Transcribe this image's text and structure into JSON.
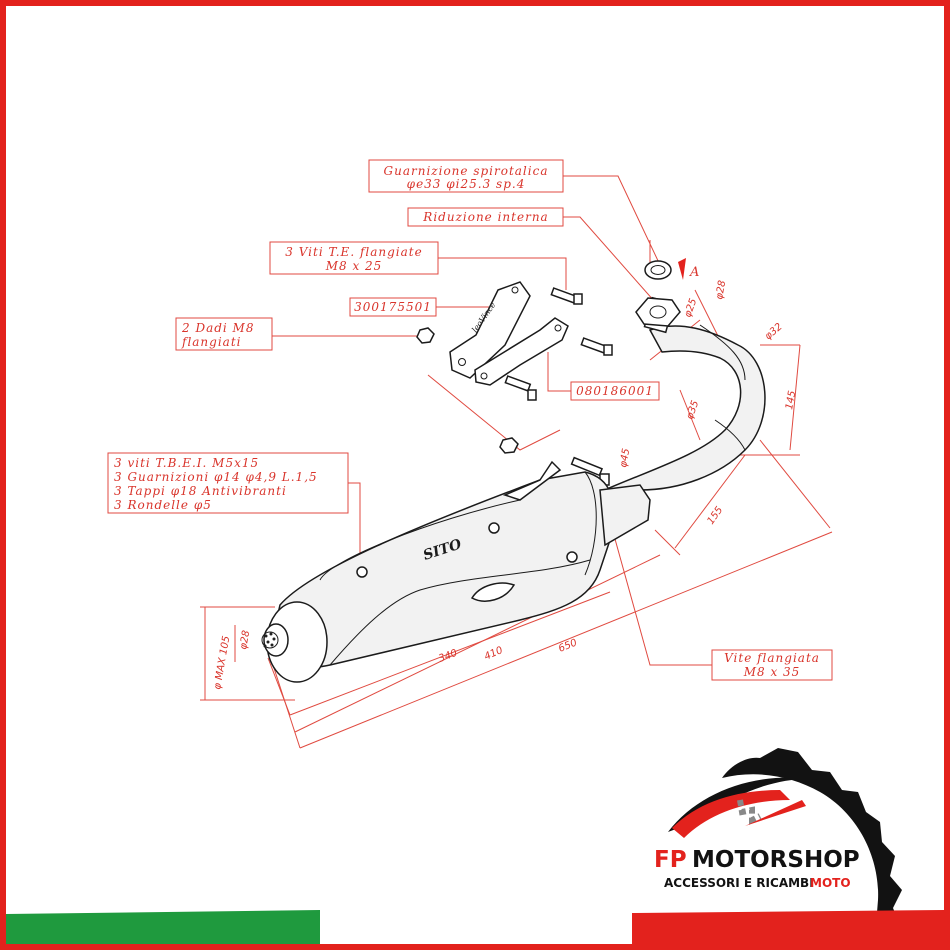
{
  "callouts": {
    "gasket": [
      "Guarnizione spirotalica",
      "φe33 φi25.3 sp.4"
    ],
    "reduction": "Riduzione interna",
    "screws_flanged": [
      "3 Viti T.E. flangiate",
      "M8 x 25"
    ],
    "bracket_code_1": "300175501",
    "nuts": [
      "2 Dadi M8",
      "flangiati"
    ],
    "bracket_code_2": "080186001",
    "kit_list": [
      "3 viti T.B.E.I. M5x15",
      "3 Guarnizioni φ14 φ4,9 L.1,5",
      "3 Tappi φ18 Antivibranti",
      "3 Rondelle φ5"
    ],
    "flange_screw": [
      "Vite flangiata",
      "M8 x 35"
    ]
  },
  "markers": {
    "detail": "A",
    "brand": "SITO",
    "bracket_script": "leoVince"
  },
  "dimensions": {
    "d25": "φ25",
    "d28_top": "φ28",
    "d32": "φ32",
    "len145": "145",
    "d35": "φ35",
    "d45": "φ45",
    "len155": "155",
    "len340": "340",
    "len410": "410",
    "len650": "650",
    "d28_outlet": "φ28",
    "max105": "φ MAX 105"
  },
  "logo": {
    "part1": "FP",
    "part2": "Motorshop",
    "part2_display": "MOTORSHOP",
    "tagline_a": "ACCESSORI E RICAMBI",
    "tagline_b": "MOTO"
  },
  "colors": {
    "accent": "#e3221d",
    "dim_line": "#e04a40",
    "flag_green": "#1f9a3e",
    "flag_red": "#e3221d"
  }
}
